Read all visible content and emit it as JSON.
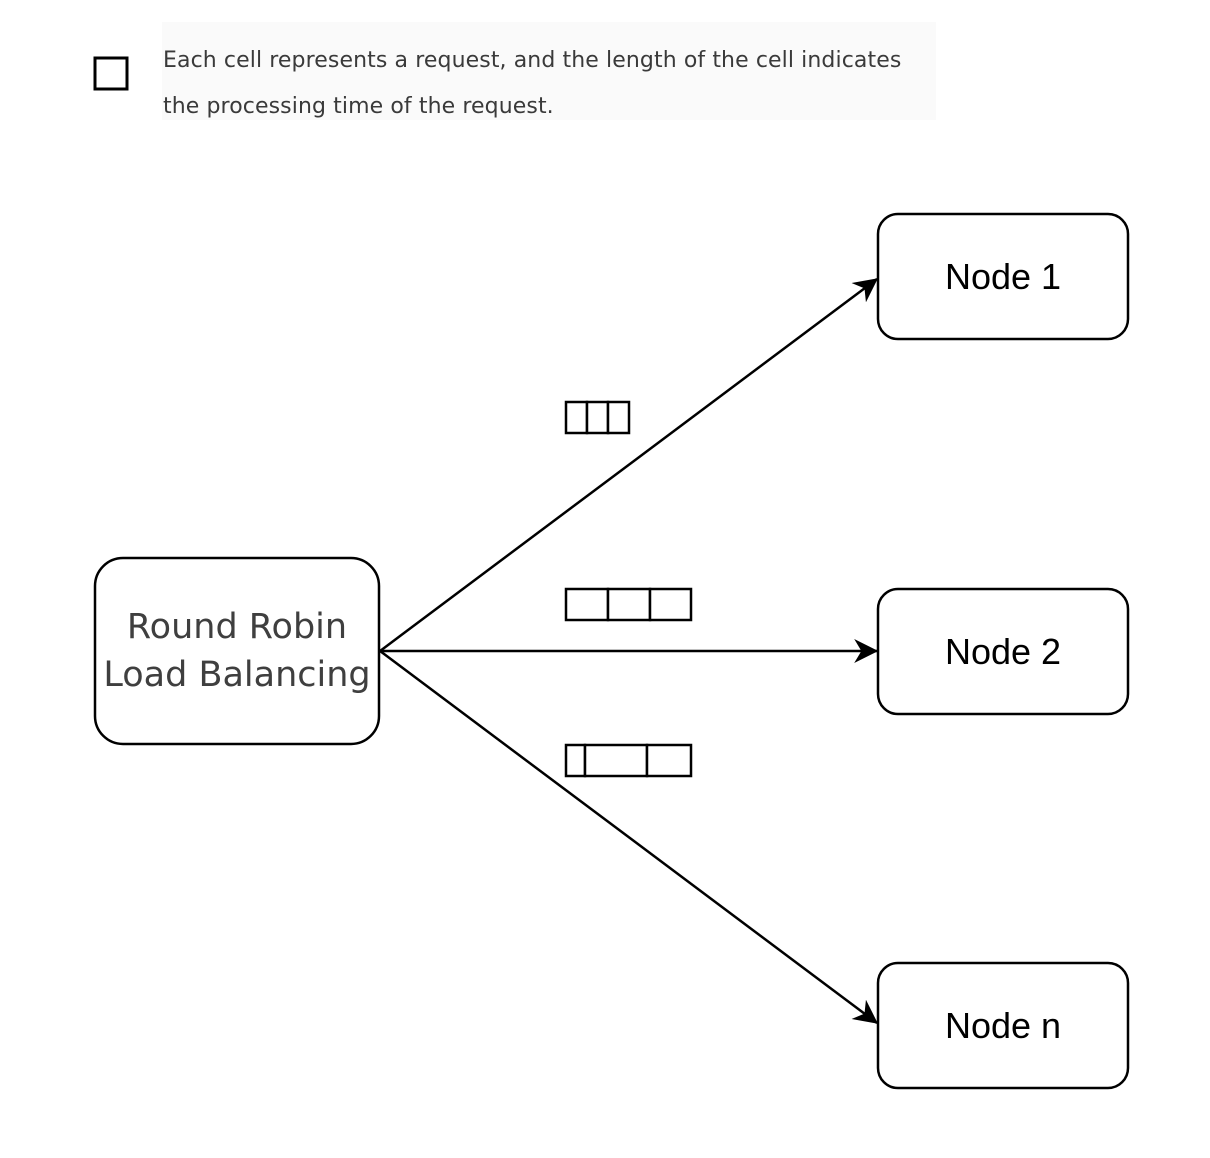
{
  "legend": {
    "line1": "Each cell represents a request, and the length of the cell indicates",
    "line2": "the processing time of the request."
  },
  "load_balancer": {
    "line1": "Round Robin",
    "line2": "Load Balancing"
  },
  "nodes": [
    {
      "label": "Node 1"
    },
    {
      "label": "Node 2"
    },
    {
      "label": "Node n"
    }
  ],
  "colors": {
    "stroke": "#000000",
    "legend_text": "#3a3a3a",
    "legend_background": "#fafafa",
    "load_balancer_text": "#3f3f3f"
  }
}
